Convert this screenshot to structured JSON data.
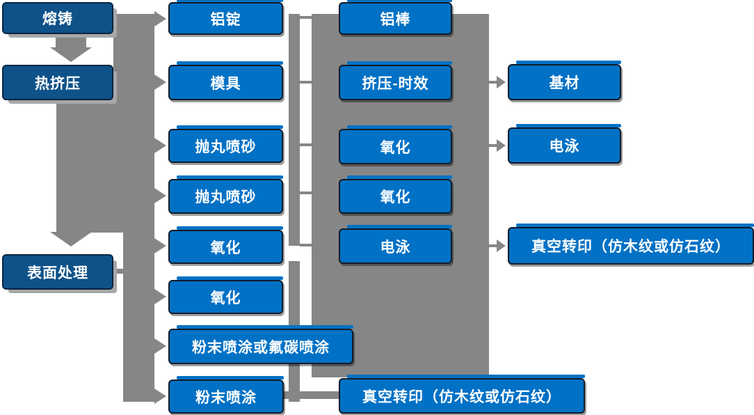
{
  "diagram": {
    "type": "flowchart",
    "columns": [
      {
        "id": "process-stages",
        "boxes": [
          {
            "label": "熔铸"
          },
          {
            "label": "热挤压"
          },
          {
            "label": "表面处理"
          }
        ]
      },
      {
        "id": "stage-outputs",
        "boxes": [
          {
            "label": "铝锭"
          },
          {
            "label": "模具"
          },
          {
            "label": "抛丸喷砂"
          },
          {
            "label": "抛丸喷砂"
          },
          {
            "label": "氧化"
          },
          {
            "label": "氧化"
          },
          {
            "label": "粉末喷涂或氟碳喷涂"
          },
          {
            "label": "粉末喷涂"
          }
        ]
      },
      {
        "id": "intermediate-steps",
        "boxes": [
          {
            "label": "铝棒"
          },
          {
            "label": "挤压-时效"
          },
          {
            "label": "氧化"
          },
          {
            "label": "氧化"
          },
          {
            "label": "电泳"
          },
          {
            "label": "真空转印（仿木纹或仿石纹）"
          }
        ]
      },
      {
        "id": "final-products",
        "boxes": [
          {
            "label": "基材"
          },
          {
            "label": "电泳"
          },
          {
            "label": "真空转印（仿木纹或仿石纹）"
          }
        ]
      }
    ],
    "connections": [
      {
        "from": "熔铸",
        "to": "热挤压",
        "style": "thick-down-arrow"
      },
      {
        "from": "热挤压",
        "to": "表面处理",
        "style": "thick-down-arrow"
      },
      {
        "from": "stage-rail",
        "to": "铝锭",
        "style": "right-arrow"
      },
      {
        "from": "stage-rail",
        "to": "模具",
        "style": "right-arrow"
      },
      {
        "from": "stage-rail",
        "to": "抛丸喷砂",
        "style": "right-arrow"
      },
      {
        "from": "stage-rail",
        "to": "抛丸喷砂",
        "style": "right-arrow"
      },
      {
        "from": "stage-rail",
        "to": "氧化",
        "style": "right-arrow"
      },
      {
        "from": "stage-rail",
        "to": "氧化",
        "style": "right-arrow"
      },
      {
        "from": "stage-rail",
        "to": "粉末喷涂或氟碳喷涂",
        "style": "right-arrow"
      },
      {
        "from": "stage-rail",
        "to": "粉末喷涂",
        "style": "right-arrow"
      },
      {
        "from": "process-bundle",
        "to": "基材",
        "style": "right-arrow"
      },
      {
        "from": "process-bundle",
        "to": "电泳",
        "style": "right-arrow"
      },
      {
        "from": "process-bundle",
        "to": "真空转印（仿木纹或仿石纹）",
        "style": "right-arrow"
      },
      {
        "from": "粉末喷涂",
        "to": "真空转印（仿木纹或仿石纹）",
        "style": "horizontal-link"
      }
    ],
    "colors": {
      "dark_box": "#0E5289",
      "light_box": "#0071C5",
      "connector_gray": "#868686",
      "box_border": "#121B28",
      "box_text": "#FFFFFF",
      "background": "#FFFFFF"
    }
  }
}
